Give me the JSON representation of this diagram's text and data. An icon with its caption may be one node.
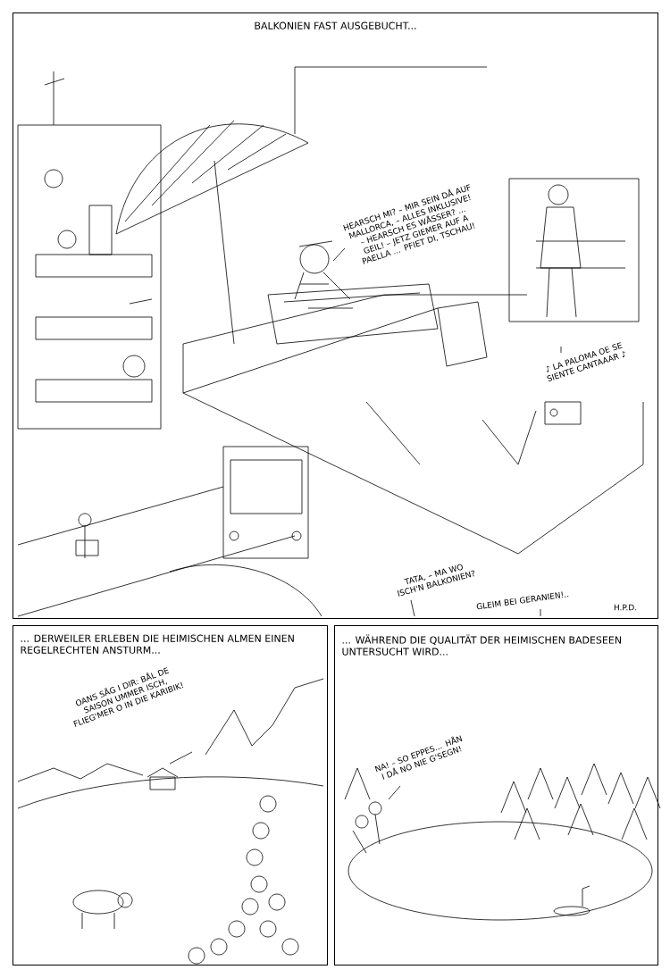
{
  "diagram": {
    "nodes": [
      {
        "text": [
          "BALKONIEN FAST AUSGEBUCHT..."
        ]
      },
      {
        "text": [
          "... DERWEILER ERLEBEN DIE HEIMISCHEN ALMEN EINEN REGELRECHTEN ANSTURM..."
        ]
      },
      {
        "text": [
          "... WÄHREND DIE QUALITÄT DER HEIMISCHEN BADESEEN UNTERSUCHT WIRD..."
        ]
      }
    ],
    "labels": [
      "HEARSCH MI? – MIR SEIN DÅ AUF MALLORCA, – ALLES INKLUSIVE! – HEARSCH ES WÅSSER? ... GEIL! – JETZ GIEMER AUF A PAELLA ... PFIET DI, TSCHAU!",
      "♪ LA PALOMA OE SE SIENTE CANTAAAR ♪",
      "TATA, – MA WO ISCH'N BALKONIEN?",
      "GLEIM BEI GERANIEN!..",
      "H.P.D.",
      "OANS SÅG I DIR: BÅL DE SAISON UMMER ISCH, FLIEG'MER O IN DIE KARIBIK!",
      "NA! – SO EPPES... HÅN I DÅ NO NIE G'SEGN!"
    ]
  }
}
